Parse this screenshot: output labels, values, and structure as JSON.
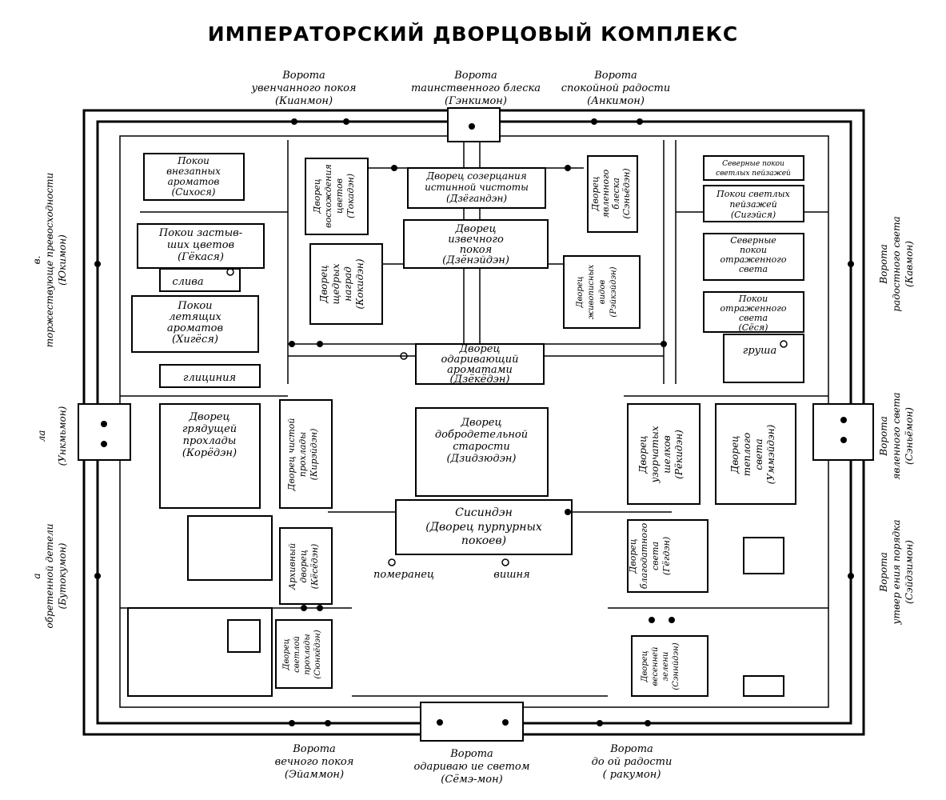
{
  "title": "ИМПЕРАТОРСКИЙ ДВОРЦОВЫЙ КОМПЛЕКС",
  "gates": {
    "top": [
      {
        "lines": [
          "Ворота",
          "увенчанного покоя",
          "(Кианмон)"
        ]
      },
      {
        "lines": [
          "Ворота",
          "таинственного блеска",
          "(Гэнкимон)"
        ]
      },
      {
        "lines": [
          "Ворота",
          "спокойной радости",
          "(Анкимон)"
        ]
      }
    ],
    "bottom": [
      {
        "lines": [
          "Ворота",
          "вечного покоя",
          "(Эйаммон)"
        ]
      },
      {
        "lines": [
          "Ворота",
          "одариваю ие светом",
          "(Сёмэ-мон)"
        ]
      },
      {
        "lines": [
          "Ворота",
          "до ой радости",
          "( ракумон)"
        ]
      }
    ],
    "left": [
      {
        "lines": [
          "в.",
          "торжествующе  превосходности",
          "(Юкимон)"
        ]
      },
      {
        "lines": [
          "ла",
          "(Ункмьмон)"
        ]
      },
      {
        "lines": [
          "а",
          "обретенной   детели",
          "(Бутокумон)"
        ]
      }
    ],
    "right": [
      {
        "lines": [
          "Ворота",
          "радостного света",
          "(Кавмон)"
        ]
      },
      {
        "lines": [
          "Ворота",
          "явленного света",
          "(Сэньёмон)"
        ]
      },
      {
        "lines": [
          "Ворота",
          "утвер ения порядка",
          "(Сэйдзимон)"
        ]
      }
    ]
  },
  "halls": {
    "sikhosya": [
      "Покои",
      "внезапных",
      "ароматов",
      "(Сихося)"
    ],
    "gekasya": [
      "Покои застыв-",
      "ших цветов",
      "(Гёкася)"
    ],
    "sliva": [
      "слива"
    ],
    "hikesya": [
      "Покои",
      "летящих",
      "ароматов",
      "(Хигёся)"
    ],
    "glitsiniya": [
      "глициния"
    ],
    "tokadan": [
      "Дворец",
      "восхождения",
      "цветов",
      "(Токадэн)"
    ],
    "seiryoden": [
      "Дворец созерцания",
      "истинной чистоты",
      "(Дзёгандэн)"
    ],
    "senyoden": [
      "Дворец",
      "явленного",
      "блеска",
      "(Сэньёдэн)"
    ],
    "dzenaiden": [
      "Дворец",
      "извечного",
      "покоя",
      "(Дзёнэйдэн)"
    ],
    "kokiden": [
      "Дворец",
      "щедрых",
      "наград",
      "(Кокидэн)"
    ],
    "raimeiden": [
      "Дворец",
      "живописных",
      "видов",
      "(Рэйкэйдэн)"
    ],
    "kitanokeishi": [
      "Северные покои",
      "светлых пейзажей"
    ],
    "shigeisha": [
      "Покои светлых",
      "пейзажей",
      "(Сигэйся)"
    ],
    "kitashosha": [
      "Северные",
      "покои",
      "отраженного",
      "света"
    ],
    "shosha": [
      "Покои",
      "отраженного",
      "света",
      "(Сёся)"
    ],
    "grusha": [
      "груша"
    ],
    "jokyoden": [
      "Дворец",
      "одаривающий",
      "ароматами",
      "(Дзёкёдэн)"
    ],
    "koreden": [
      "Дворец",
      "грядущей",
      "прохлады",
      "(Корёдэн)"
    ],
    "jijuden": [
      "Дворец",
      "добродетельной",
      "старости",
      "(Дзидзюдэн)"
    ],
    "kireiden": [
      "Дворец чистой",
      "прохлады",
      "(Кирэйдэн)"
    ],
    "ryokiden": [
      "Дворец",
      "узорчатых",
      "шелков",
      "(Рёкидэн)"
    ],
    "ummeiden": [
      "Дворец",
      "теплого",
      "света",
      "(Уммэйдэн)"
    ],
    "shishinden": [
      "Сисиндэн",
      "(Дворец пурпурных",
      "покоев)"
    ],
    "pomeranets": [
      "померанец"
    ],
    "vishnya": [
      "вишня"
    ],
    "kyoshoden": [
      "Архивный",
      "дворец",
      "(Кёсёдэн)"
    ],
    "kyokaden": [
      "Дворец",
      "благодатного",
      "света",
      "(Гёгдэн)"
    ],
    "shunkoden": [
      "Дворец",
      "светлой",
      "прохлады",
      "(Сюнкёдэн)"
    ],
    "ryokiden2": [
      "Дворец",
      "весенней",
      "зелени",
      "(Сэннйдэн)"
    ]
  }
}
